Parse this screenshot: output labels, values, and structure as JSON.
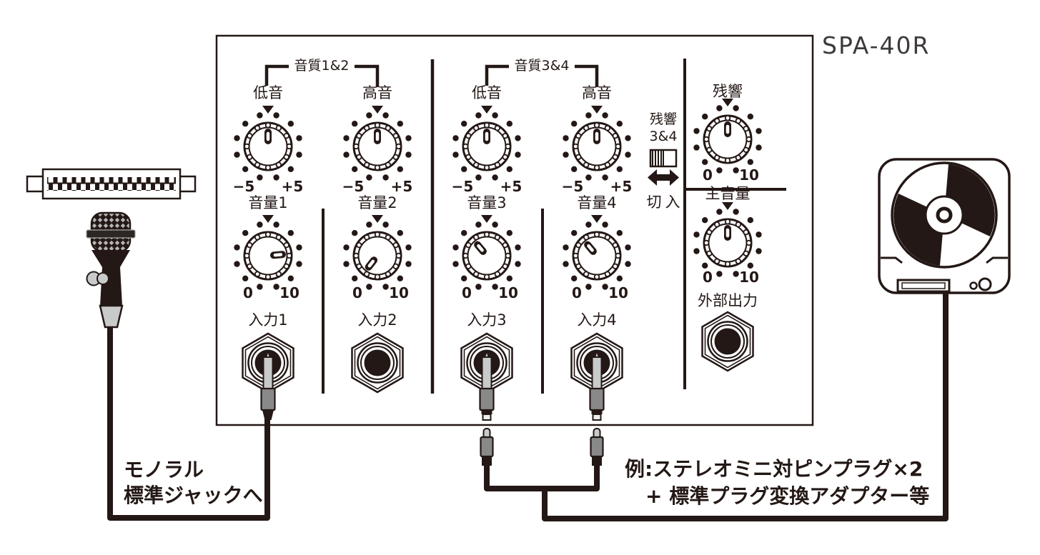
{
  "model": "SPA-40R",
  "colors": {
    "ink": "#231815",
    "plug_gray": "#898989",
    "plug_light": "#c9caca"
  },
  "panel": {
    "groups": [
      {
        "label": "音質1&2"
      },
      {
        "label": "音質3&4"
      }
    ],
    "tone_knobs": [
      {
        "label": "低音",
        "min": "−5",
        "max": "+5",
        "pointer_deg": 0
      },
      {
        "label": "高音",
        "min": "−5",
        "max": "+5",
        "pointer_deg": 0
      },
      {
        "label": "低音",
        "min": "−5",
        "max": "+5",
        "pointer_deg": 0
      },
      {
        "label": "高音",
        "min": "−5",
        "max": "+5",
        "pointer_deg": 0
      }
    ],
    "volume_knobs": [
      {
        "label": "音量1",
        "min": "0",
        "max": "10",
        "pointer_deg": 85
      },
      {
        "label": "音量2",
        "min": "0",
        "max": "10",
        "pointer_deg": -142
      },
      {
        "label": "音量3",
        "min": "0",
        "max": "10",
        "pointer_deg": -40
      },
      {
        "label": "音量4",
        "min": "0",
        "max": "10",
        "pointer_deg": -40
      }
    ],
    "inputs": [
      {
        "label": "入力1",
        "plugged": true
      },
      {
        "label": "入力2",
        "plugged": false
      },
      {
        "label": "入力3",
        "plugged": true
      },
      {
        "label": "入力4",
        "plugged": true
      }
    ],
    "reverb_switch": {
      "label_line1": "残響",
      "label_line2": "3&4",
      "off": "切",
      "on": "入"
    },
    "reverb_knob": {
      "label": "残響",
      "min": "0",
      "max": "10",
      "pointer_deg": 0
    },
    "master_knob": {
      "label": "主音量",
      "min": "0",
      "max": "10",
      "pointer_deg": 0
    },
    "ext_output": {
      "label": "外部出力"
    }
  },
  "notes": {
    "mic_line1": "モノラル",
    "mic_line2": "標準ジャックへ",
    "cd_line1": "例:ステレオミニ対ピンプラグ×2",
    "cd_line2": "+ 標準プラグ変換アダプター等"
  }
}
